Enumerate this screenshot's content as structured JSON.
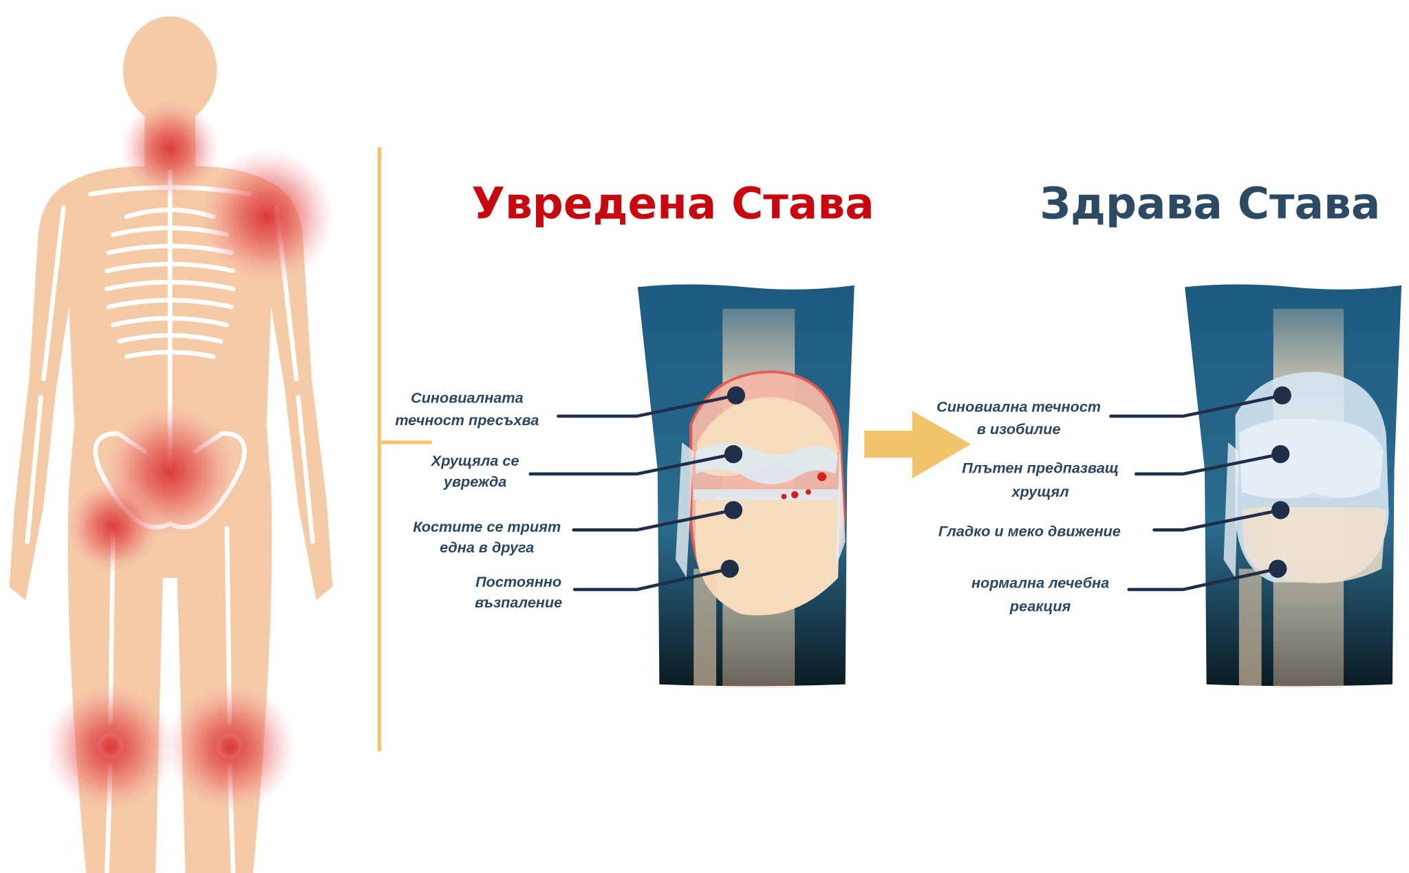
{
  "titles": {
    "damaged": "Увредена Става",
    "healthy": "Здрава Става"
  },
  "damaged_labels": [
    {
      "line1": "Синовиалната",
      "line2": "течност пресъхва"
    },
    {
      "line1": "Хрущяла се",
      "line2": "уврежда"
    },
    {
      "line1": "Костите се трият",
      "line2": "една в друга"
    },
    {
      "line1": "Постоянно",
      "line2": "възпаление"
    }
  ],
  "healthy_labels": [
    {
      "line1": "Синовиална течност",
      "line2": "в изобилие"
    },
    {
      "line1": "Плътен предпазващ",
      "line2": "хрущял"
    },
    {
      "line1": "Гладко и меко движение",
      "line2": ""
    },
    {
      "line1": "нормална лечебна",
      "line2": "реакция"
    }
  ],
  "colors": {
    "damaged_title": "#c8070e",
    "healthy_title": "#2c4a63",
    "bracket": "#f2c46a",
    "label": "#2b4660",
    "pointer": "#1f2f4a",
    "skin": "#f5cba7",
    "pain": "#e03c3c"
  }
}
